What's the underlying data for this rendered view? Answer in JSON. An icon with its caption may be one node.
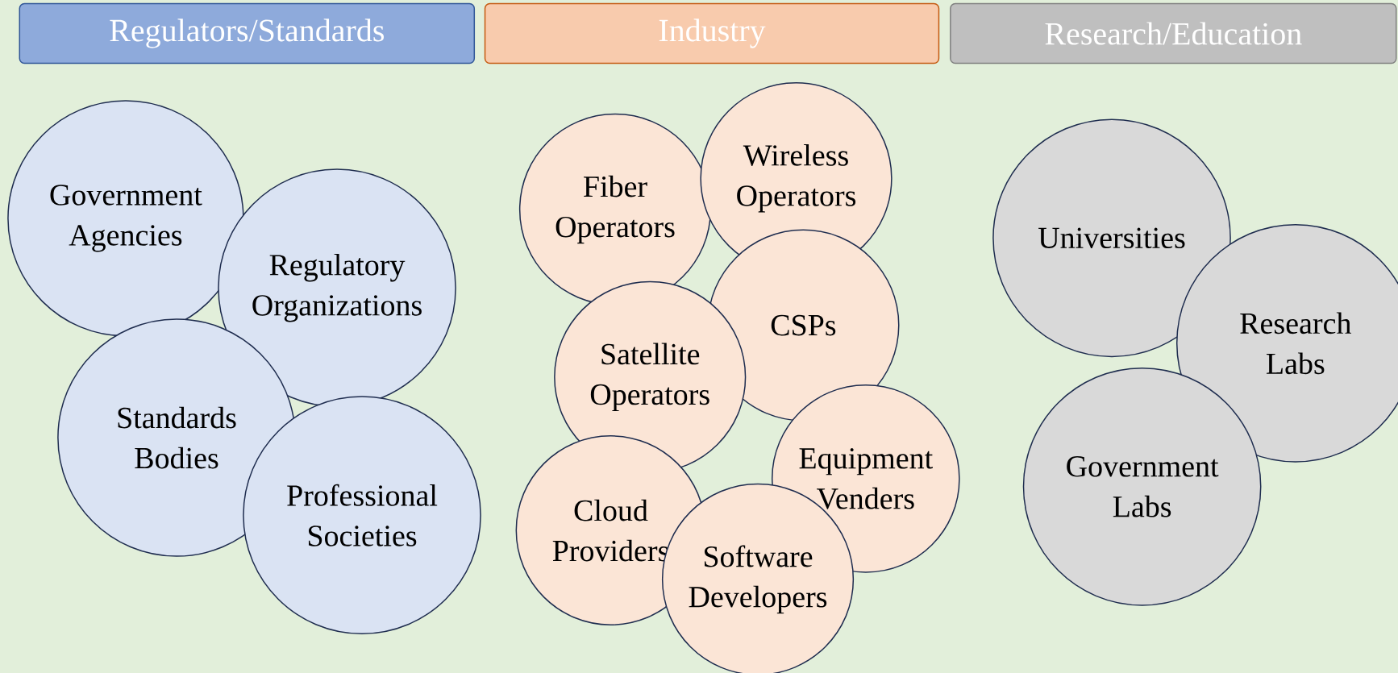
{
  "diagram": {
    "nodes": [
      {
        "text": [
          "Regulators/Standards"
        ]
      },
      {
        "text": [
          "Industry"
        ]
      },
      {
        "text": [
          "Research/Education"
        ]
      },
      {
        "text": [
          "Government Agencies"
        ]
      },
      {
        "text": [
          "Regulatory Organizations"
        ]
      },
      {
        "text": [
          "Standards Bodies"
        ]
      },
      {
        "text": [
          "Professional Societies"
        ]
      },
      {
        "text": [
          "Fiber Operators"
        ]
      },
      {
        "text": [
          "Wireless Operators"
        ]
      },
      {
        "text": [
          "CSPs"
        ]
      },
      {
        "text": [
          "Satellite Operators"
        ]
      },
      {
        "text": [
          "Equipment Venders"
        ]
      },
      {
        "text": [
          "Cloud Providers"
        ]
      },
      {
        "text": [
          "Software Developers"
        ]
      },
      {
        "text": [
          "Universities"
        ]
      },
      {
        "text": [
          "Research Labs"
        ]
      },
      {
        "text": [
          "Government Labs"
        ]
      }
    ]
  }
}
